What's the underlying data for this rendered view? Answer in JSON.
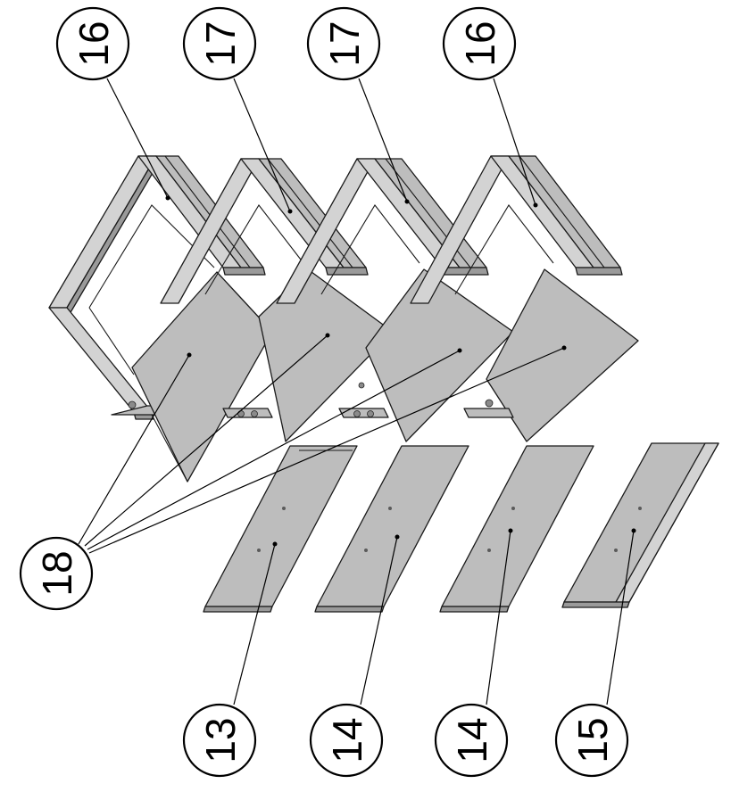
{
  "callouts": {
    "top": [
      "16",
      "17",
      "17",
      "16"
    ],
    "left": "18",
    "bottom": [
      "13",
      "14",
      "14",
      "15"
    ]
  },
  "colors": {
    "part_fill": "#bdbdbd",
    "line": "#000000",
    "background": "#ffffff"
  }
}
